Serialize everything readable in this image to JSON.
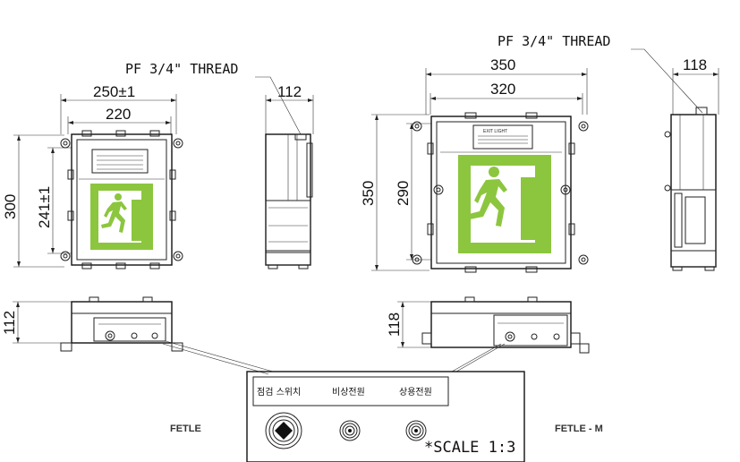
{
  "left_front": {
    "thread_note": "PF 3/4\" THREAD",
    "dim_outer_width": "250±1",
    "dim_inner_width": "220",
    "dim_side_depth": "112",
    "dim_height": "300",
    "dim_inner_height": "241±1"
  },
  "right_front": {
    "thread_note": "PF 3/4\" THREAD",
    "dim_outer_width": "350",
    "dim_inner_width": "320",
    "dim_side_depth": "118",
    "dim_height": "350",
    "dim_inner_height": "290",
    "plate_label": "EXIT LIGHT"
  },
  "left_bottom": {
    "dim_height": "112",
    "model_label": "FETLE"
  },
  "right_bottom": {
    "dim_height": "118",
    "model_label": "FETLE - M"
  },
  "detail": {
    "switch_label_1": "점검 스위치",
    "switch_label_2": "비상전원",
    "switch_label_3": "상용전원",
    "scale_note": "*SCALE 1:3"
  },
  "colors": {
    "exit_green": "#8cc63e",
    "line": "#222222"
  }
}
